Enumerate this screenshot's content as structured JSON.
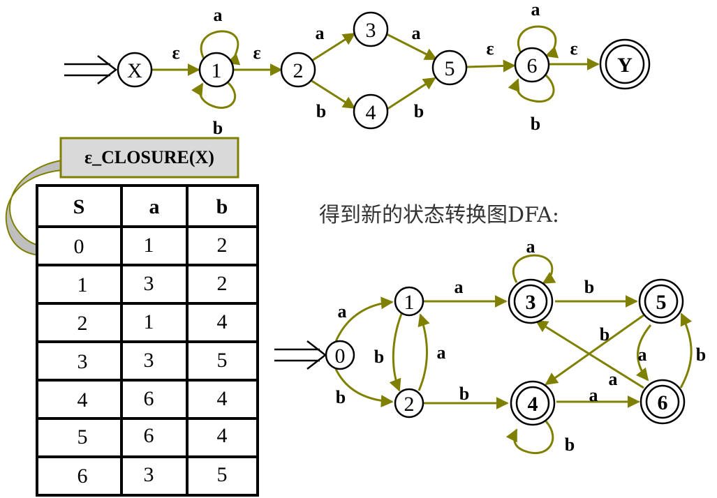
{
  "colors": {
    "edge": "#808000",
    "callout_fill": "#d9d9d9",
    "callout_border": "#808000",
    "arrow_fill": "#bfbfbf"
  },
  "nfa": {
    "nodes": [
      {
        "label": "X",
        "final": false
      },
      {
        "label": "1",
        "final": false
      },
      {
        "label": "2",
        "final": false
      },
      {
        "label": "3",
        "final": false
      },
      {
        "label": "4",
        "final": false
      },
      {
        "label": "5",
        "final": false
      },
      {
        "label": "6",
        "final": false
      },
      {
        "label": "Y",
        "final": true
      }
    ],
    "edge_labels": {
      "x_to_1": "ε",
      "loop_1_top": "a",
      "loop_1_bottom": "b",
      "e1_to_2": "ε",
      "e2_to_3": "a",
      "e2_to_4": "b",
      "e3_to_5": "a",
      "e4_to_5": "b",
      "e5_to_6": "ε",
      "loop_6_top": "a",
      "loop_6_bottom": "b",
      "e6_to_y": "ε"
    }
  },
  "callout": {
    "text": "ε_CLOSURE(X)"
  },
  "table": {
    "headers": [
      "S",
      "a",
      "b"
    ],
    "rows": [
      [
        "0",
        "1",
        "2"
      ],
      [
        "1",
        "3",
        "2"
      ],
      [
        "2",
        "1",
        "4"
      ],
      [
        "3",
        "3",
        "5"
      ],
      [
        "4",
        "6",
        "4"
      ],
      [
        "5",
        "6",
        "4"
      ],
      [
        "6",
        "3",
        "5"
      ]
    ]
  },
  "dfa_caption": "得到新的状态转换图DFA:",
  "dfa": {
    "nodes": [
      {
        "label": "0",
        "final": false
      },
      {
        "label": "1",
        "final": false
      },
      {
        "label": "2",
        "final": false
      },
      {
        "label": "3",
        "final": true
      },
      {
        "label": "4",
        "final": true
      },
      {
        "label": "5",
        "final": true
      },
      {
        "label": "6",
        "final": true
      }
    ],
    "edge_labels": {
      "e0_to_1": "a",
      "e0_to_2": "b",
      "e1_to_2": "b",
      "e2_to_1": "a",
      "e1_to_3": "a",
      "e2_to_4": "b",
      "loop_3": "a",
      "loop_4": "b",
      "e3_to_5": "b",
      "e4_to_6": "a",
      "e5_to_4": "b",
      "e6_to_3": "a",
      "e5_to_6": "a",
      "e6_to_5": "b"
    }
  }
}
